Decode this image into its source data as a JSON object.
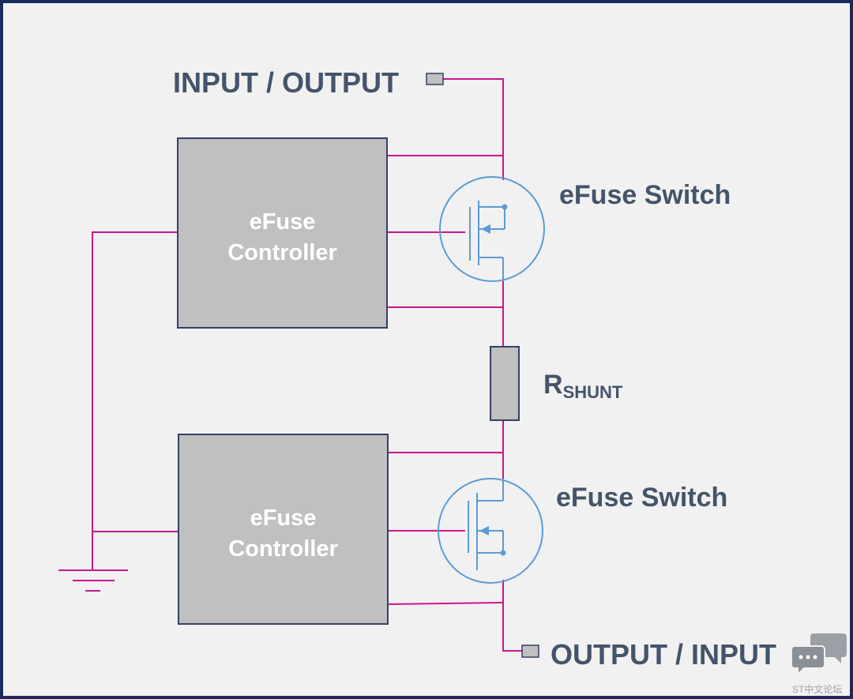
{
  "labels": {
    "top_terminal": "INPUT / OUTPUT",
    "bottom_terminal": "OUTPUT / INPUT",
    "switch_top": "eFuse Switch",
    "switch_bottom": "eFuse Switch",
    "shunt_main": "R",
    "shunt_sub": "SHUNT"
  },
  "controllers": [
    {
      "line1": "eFuse",
      "line2": "Controller"
    },
    {
      "line1": "eFuse",
      "line2": "Controller"
    }
  ],
  "watermark": {
    "text": "ST中文论坛",
    "icon": "chat-bubbles-icon"
  },
  "colors": {
    "background": "#f1f1f1",
    "frame": "#1b2a5c",
    "wire": "#c8178f",
    "block_fill": "#c0c0c0",
    "block_stroke": "#33406a",
    "mosfet": "#5b9bd5",
    "label_text": "#44546a"
  }
}
